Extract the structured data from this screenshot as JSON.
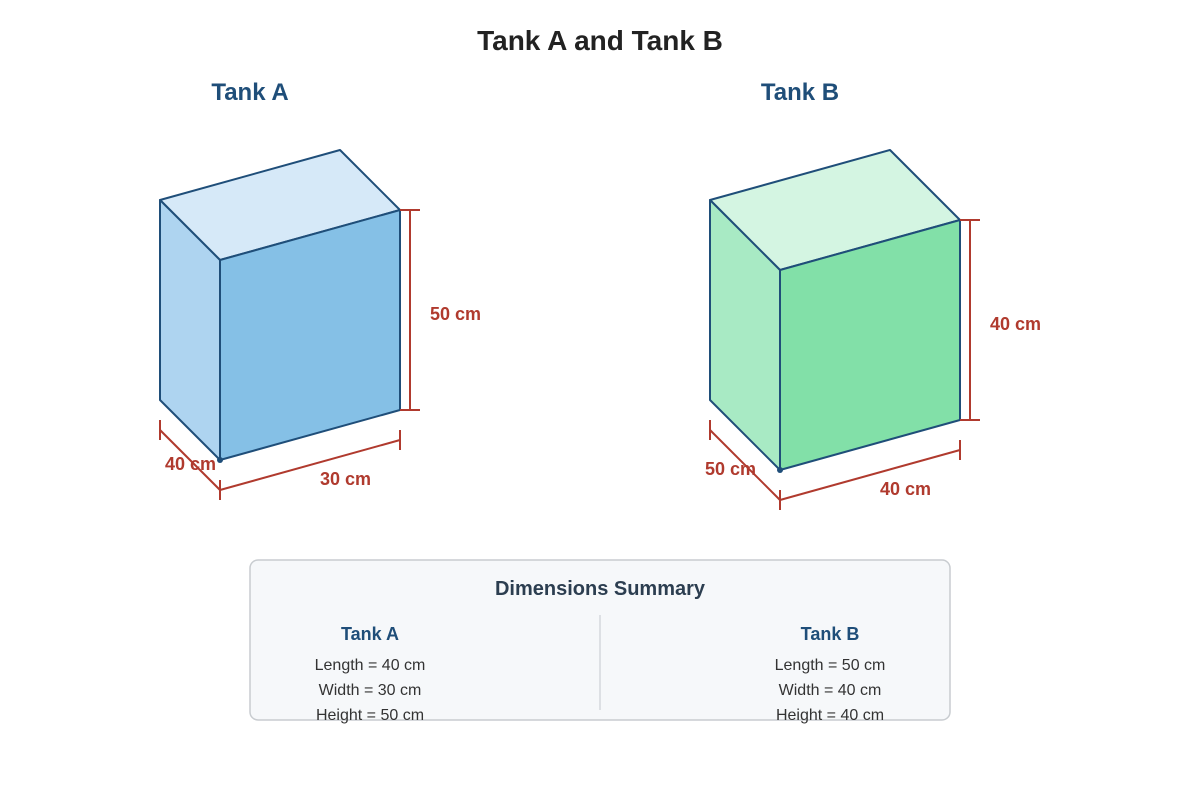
{
  "title": "Tank A and Tank B",
  "colors": {
    "heading": "#1f4e79",
    "dimension": "#b03a2e",
    "outline": "#1f4e79",
    "tank_a": {
      "top": "#d6e9f8",
      "side": "#aed4f0",
      "front": "#85c0e6"
    },
    "tank_b": {
      "top": "#d4f5e2",
      "side": "#a8eac4",
      "front": "#82e0a8"
    }
  },
  "tank_a": {
    "label": "Tank A",
    "length_label": "40 cm",
    "width_label": "30 cm",
    "height_label": "50 cm"
  },
  "tank_b": {
    "label": "Tank B",
    "length_label": "50 cm",
    "width_label": "40 cm",
    "height_label": "40 cm"
  },
  "summary": {
    "title": "Dimensions Summary",
    "tank_a": {
      "heading": "Tank A",
      "lines": [
        "Length = 40 cm",
        "Width = 30 cm",
        "Height = 50 cm"
      ]
    },
    "tank_b": {
      "heading": "Tank B",
      "lines": [
        "Length = 50 cm",
        "Width = 40 cm",
        "Height = 40 cm"
      ]
    }
  }
}
